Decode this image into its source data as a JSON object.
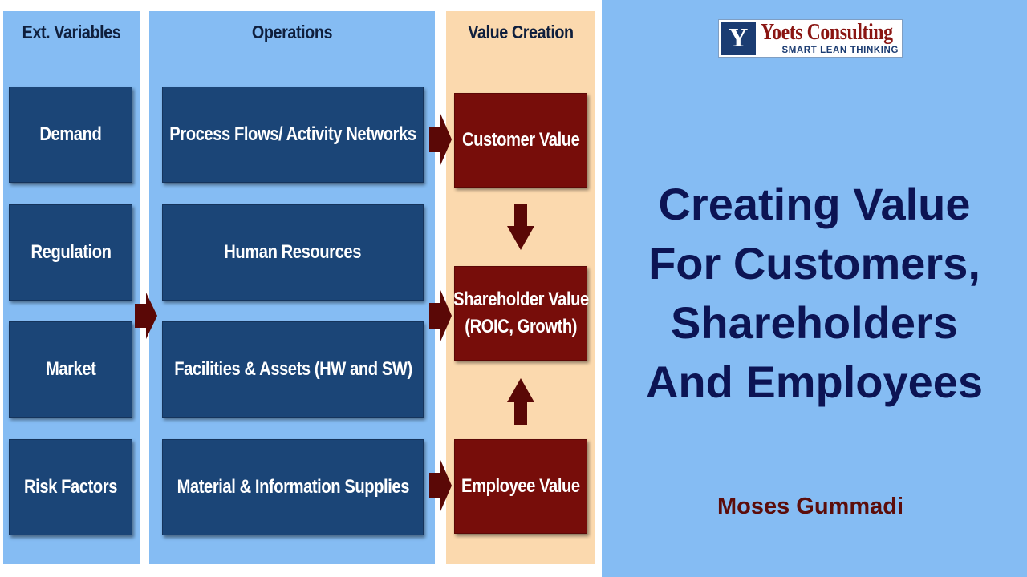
{
  "columns": {
    "ext": {
      "heading": "Ext. Variables",
      "items": [
        "Demand",
        "Regulation",
        "Market",
        "Risk Factors"
      ]
    },
    "ops": {
      "heading": "Operations",
      "items": [
        "Process Flows/ Activity Networks",
        "Human Resources",
        "Facilities & Assets (HW and SW)",
        "Material & Information Supplies"
      ]
    },
    "value": {
      "heading": "Value Creation",
      "customer": "Customer Value",
      "shareholder_line1": "Shareholder Value",
      "shareholder_line2": "(ROIC, Growth)",
      "employee": "Employee Value"
    }
  },
  "logo": {
    "mark": "Y",
    "name": "Yoets Consulting",
    "tagline": "SMART LEAN THINKING"
  },
  "title_lines": [
    "Creating Value",
    "For Customers,",
    "Shareholders",
    "And Employees"
  ],
  "author": "Moses Gummadi",
  "colors": {
    "panel_blue": "#85bcf3",
    "panel_peach": "#fbd9ae",
    "box_blue": "#1b4577",
    "box_red": "#770d0a",
    "arrow": "#5a0806",
    "title": "#0c1454",
    "author": "#5c0d0b"
  }
}
